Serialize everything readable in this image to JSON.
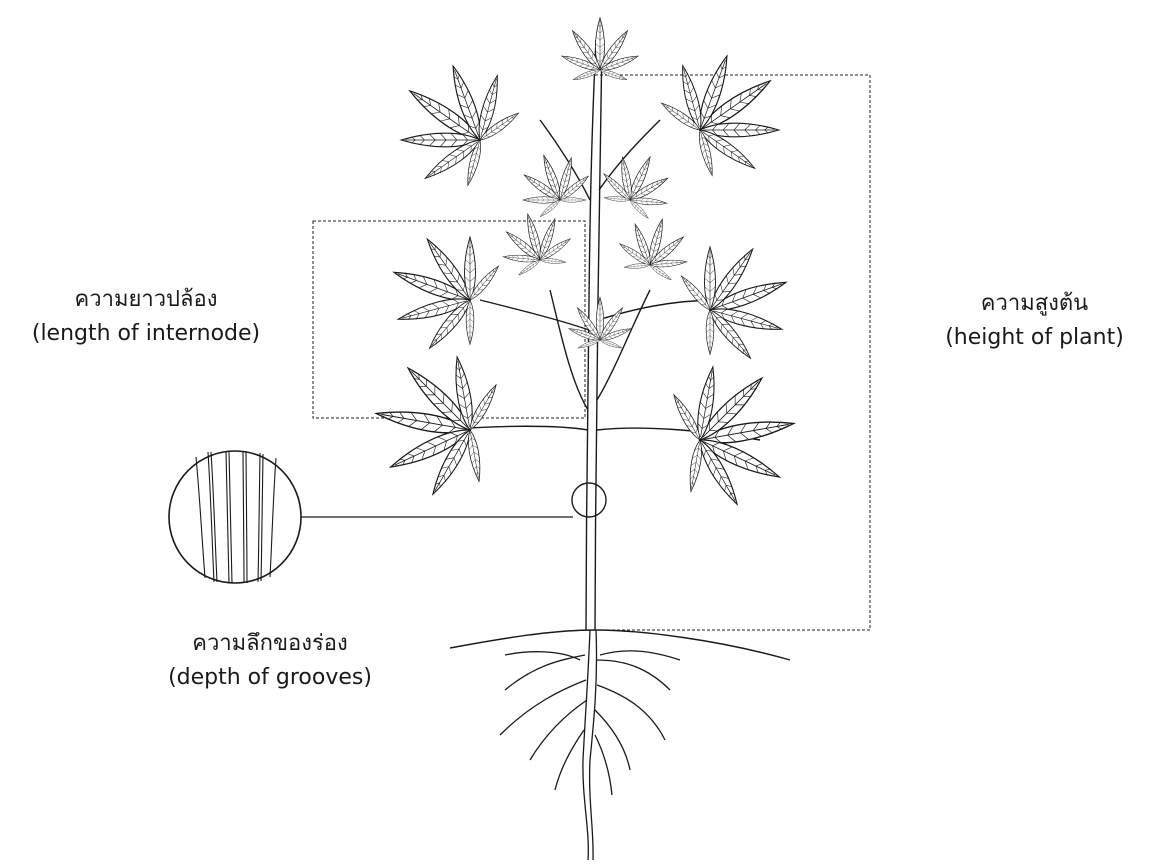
{
  "labels": {
    "internode": {
      "thai": "ความยาวปล้อง",
      "english": "(length of internode)"
    },
    "height": {
      "thai": "ความสูงต้น",
      "english": "(height of plant)"
    },
    "grooves": {
      "thai": "ความลึกของร่อง",
      "english": "(depth of grooves)"
    }
  },
  "colors": {
    "ink": "#1a1a1a",
    "background": "#ffffff"
  }
}
